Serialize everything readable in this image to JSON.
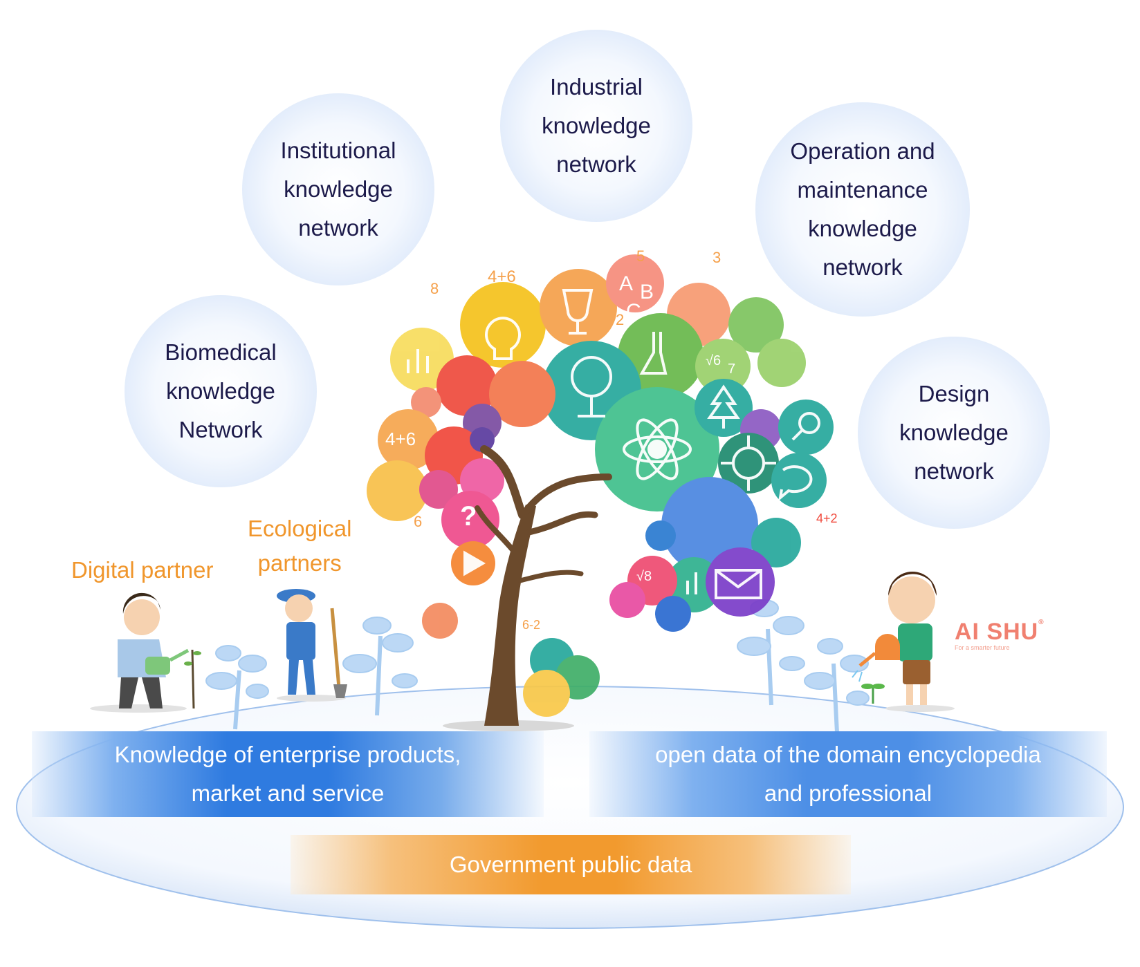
{
  "bubbles": {
    "biomedical": [
      "Biomedical",
      "knowledge",
      "Network"
    ],
    "institutional": [
      "Institutional",
      "knowledge",
      "network"
    ],
    "industrial": [
      "Industrial",
      "knowledge",
      "network"
    ],
    "operation": [
      "Operation and",
      "maintenance",
      "knowledge",
      "network"
    ],
    "design": [
      "Design",
      "knowledge",
      "network"
    ]
  },
  "partners": {
    "digital": "Digital partner",
    "ecological": [
      "Ecological",
      "partners"
    ]
  },
  "bands": {
    "enterprise": [
      "Knowledge of enterprise products,",
      "market and service"
    ],
    "open": [
      "open data of the domain encyclopedia",
      "and professional"
    ],
    "government": "Government public data"
  },
  "logo": {
    "name": "AI SHU",
    "tagline": "For a smarter future"
  },
  "tree_glyphs": [
    "4+6",
    "8",
    "5",
    "3",
    "2",
    "6",
    "?",
    "4+6",
    "4+2",
    "6-2",
    "A",
    "B",
    "C",
    "√6",
    "7",
    "√8"
  ],
  "colors": {
    "bubble_text": "#1c1a4a",
    "partner_text": "#f0962c",
    "band_blue": "#2f7be0",
    "band_orange": "#f29a2e"
  }
}
